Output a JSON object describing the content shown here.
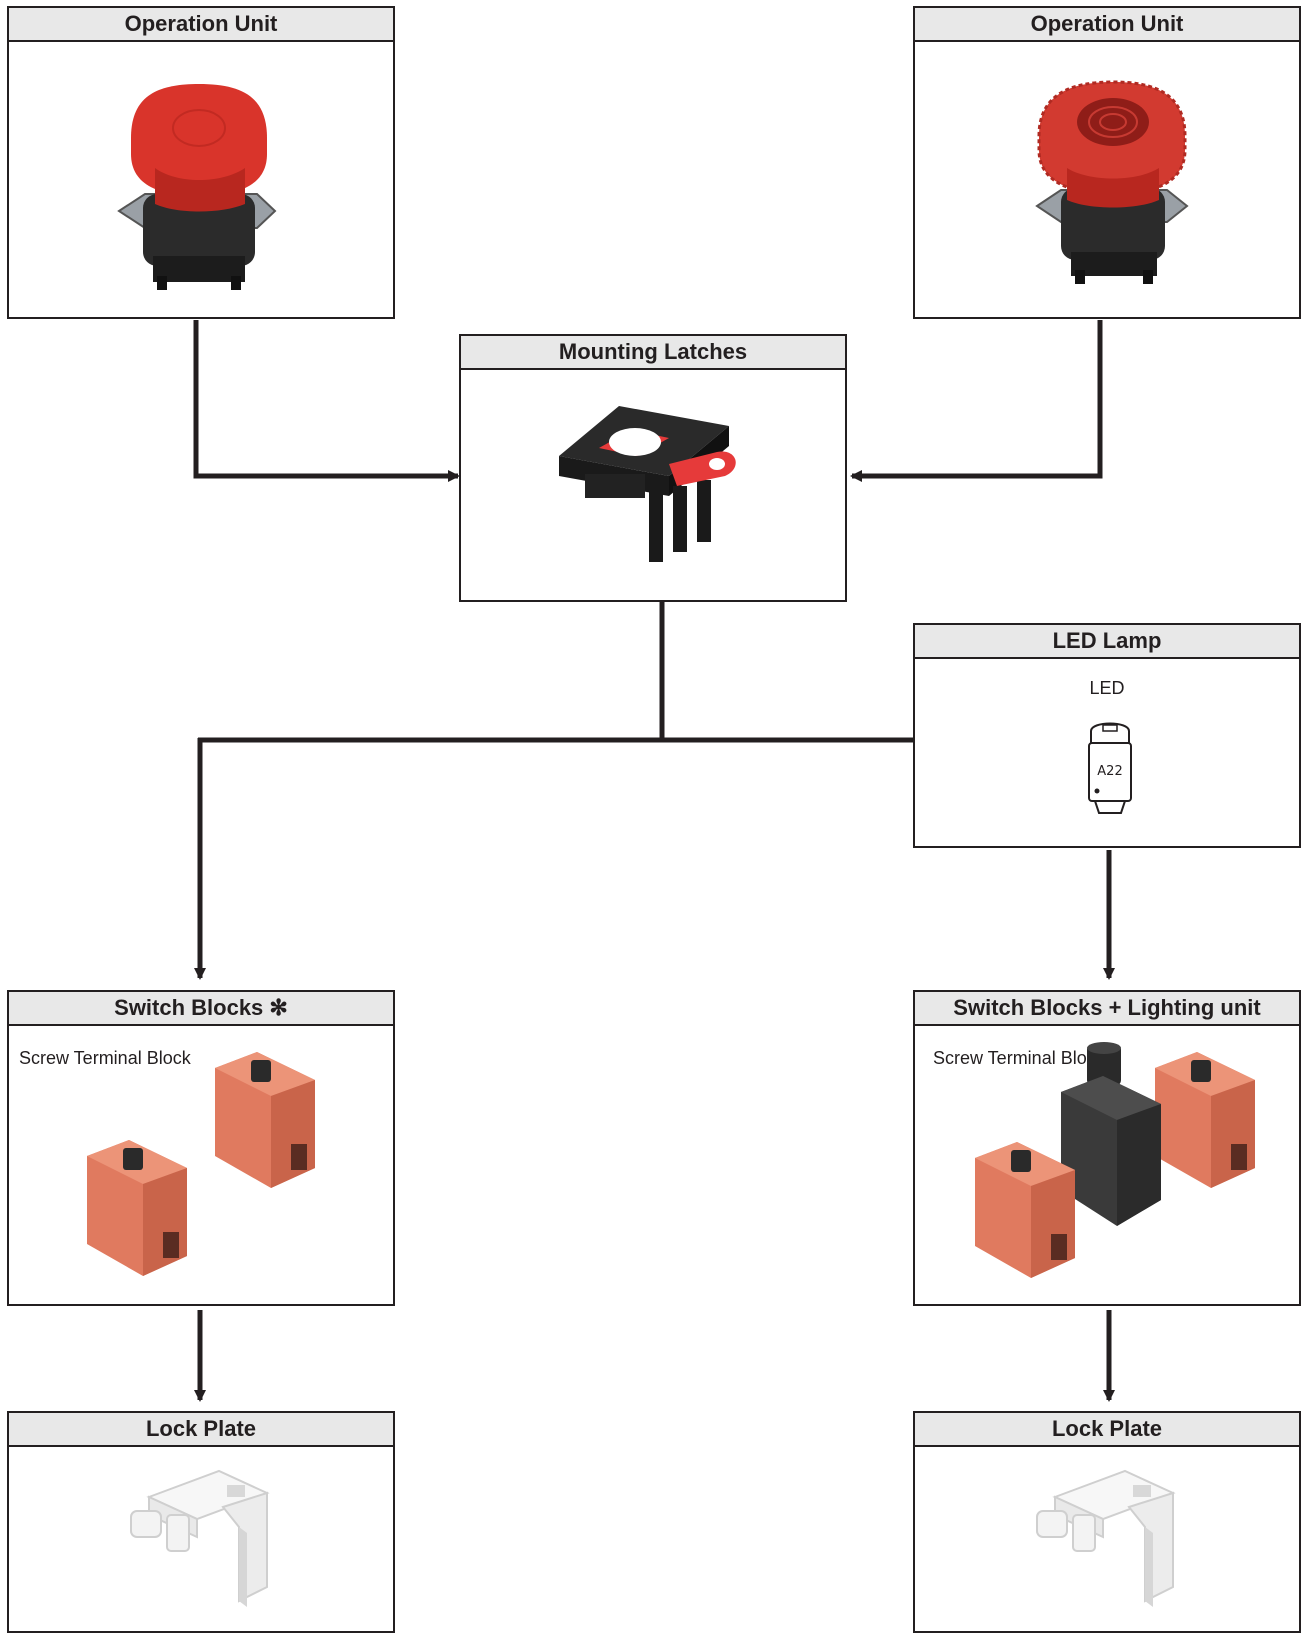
{
  "boxes": {
    "op_unit_left": {
      "title": "Operation Unit"
    },
    "op_unit_right": {
      "title": "Operation Unit"
    },
    "mounting": {
      "title": "Mounting Latches"
    },
    "led_lamp": {
      "title": "LED Lamp",
      "label": "LED",
      "lamp_marking": "A22"
    },
    "switch_left": {
      "title": "Switch Blocks ✻",
      "label": "Screw Terminal Block"
    },
    "switch_right": {
      "title": "Switch Blocks + Lighting unit",
      "label": "Screw Terminal Block"
    },
    "lock_left": {
      "title": "Lock Plate"
    },
    "lock_right": {
      "title": "Lock Plate"
    }
  },
  "colors": {
    "line": "#231f20",
    "header_bg": "#e8e8e8",
    "button_red": "#d9342b",
    "switch_block": "#e07a5f",
    "lighting_unit": "#3a3a3a",
    "lock_plate": "#f2f2f2"
  }
}
